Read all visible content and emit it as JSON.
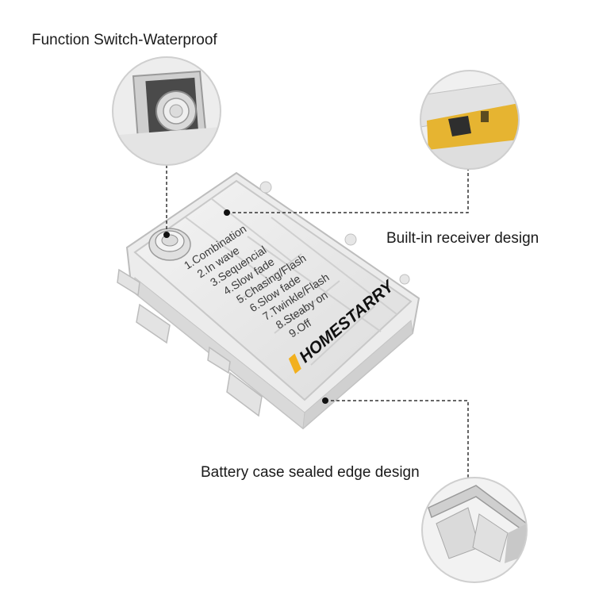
{
  "labels": {
    "function_switch": "Function Switch-Waterproof",
    "receiver": "Built-in receiver design",
    "sealed_edge": "Battery case sealed edge design"
  },
  "modes": [
    "1.Combination",
    "2.In  wave",
    "3.Sequencial",
    "4.Slow  fade",
    "5.Chasing/Flash",
    "6.Slow  fade",
    "7.Twinkle/Flash",
    "8.Steaby  on",
    "9.Off"
  ],
  "brand": "HOMESTARRY",
  "colors": {
    "brand_accent": "#f2b01e",
    "receiver_board": "#e6b431"
  }
}
